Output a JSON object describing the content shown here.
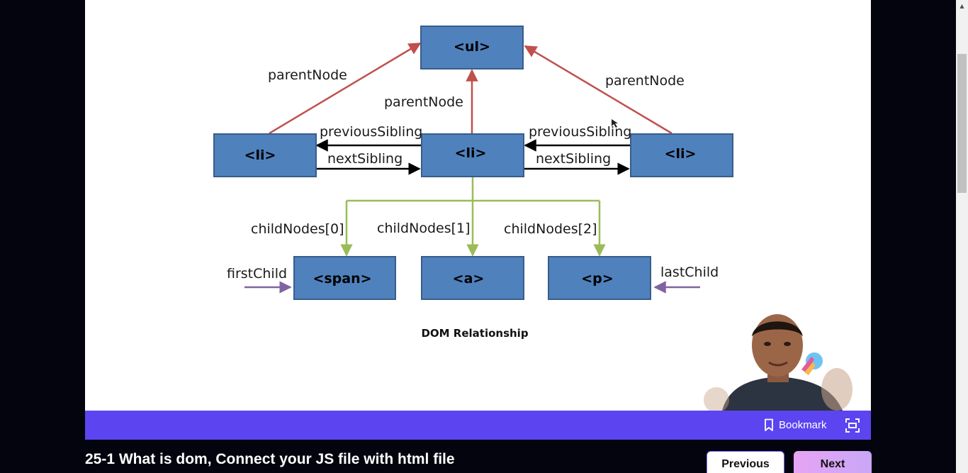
{
  "diagram": {
    "nodes": {
      "ul": "<ul>",
      "li_left": "<li>",
      "li_center": "<li>",
      "li_right": "<li>",
      "span": "<span>",
      "a": "<a>",
      "p": "<p>"
    },
    "edges": {
      "parent_left": "parentNode",
      "parent_center": "parentNode",
      "parent_right": "parentNode",
      "prev_left": "previousSibling",
      "prev_right": "previousSibling",
      "next_left": "nextSibling",
      "next_right": "nextSibling",
      "child0": "childNodes[0]",
      "child1": "childNodes[1]",
      "child2": "childNodes[2]",
      "first_child": "firstChild",
      "last_child": "lastChild"
    },
    "caption": "DOM Relationship",
    "colors": {
      "node": "#4f81bd",
      "parent_arrow": "#c0504d",
      "sibling_arrow": "#000000",
      "child_arrow": "#9bbb59",
      "first_last_arrow": "#8064a2"
    }
  },
  "control_bar": {
    "bookmark_label": "Bookmark",
    "bookmark_icon": "bookmark-icon",
    "fullscreen_icon": "fullscreen-icon",
    "accent": "#5c44f1"
  },
  "lesson": {
    "title": "25-1 What is dom, Connect your JS file with html file"
  },
  "nav": {
    "previous_label": "Previous",
    "next_label": "Next"
  }
}
